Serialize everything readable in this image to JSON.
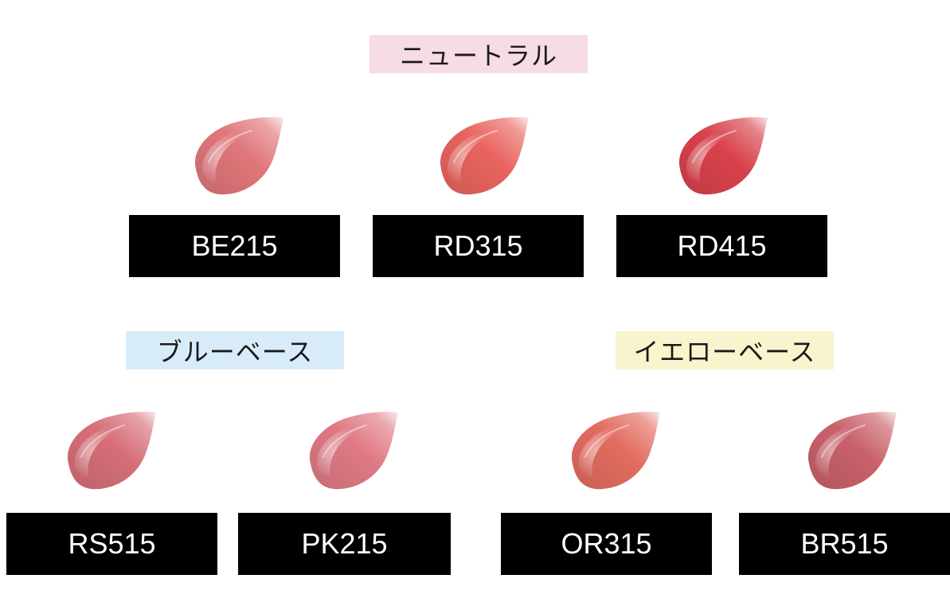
{
  "groups": {
    "neutral": {
      "label": "ニュートラル",
      "bg": "#f6dce6"
    },
    "blue_base": {
      "label": "ブルーベース",
      "bg": "#d8ebf8"
    },
    "yellow_base": {
      "label": "イエローベース",
      "bg": "#f8f4cd"
    }
  },
  "shades": [
    {
      "code": "BE215",
      "color": "#e0767a",
      "group": "neutral"
    },
    {
      "code": "RD315",
      "color": "#e9645f",
      "group": "neutral"
    },
    {
      "code": "RD415",
      "color": "#d9424c",
      "group": "neutral"
    },
    {
      "code": "RS515",
      "color": "#d66f78",
      "group": "blue_base"
    },
    {
      "code": "PK215",
      "color": "#e07a84",
      "group": "blue_base"
    },
    {
      "code": "OR315",
      "color": "#e36c60",
      "group": "yellow_base"
    },
    {
      "code": "BR515",
      "color": "#c9616a",
      "group": "yellow_base"
    }
  ]
}
